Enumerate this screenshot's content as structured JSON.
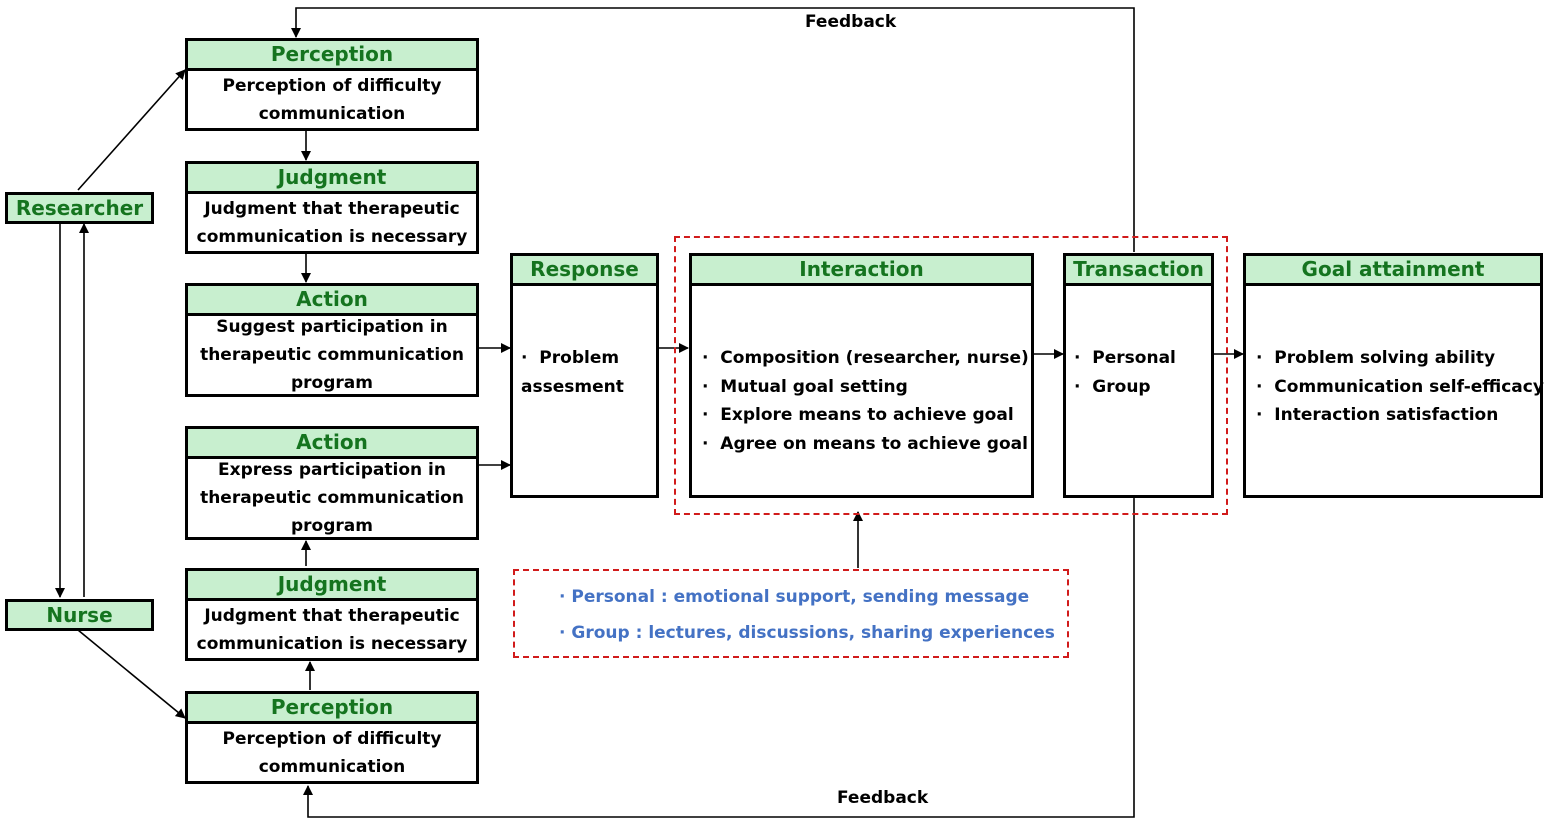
{
  "actors": {
    "researcher": "Researcher",
    "nurse": "Nurse"
  },
  "researcher_side": {
    "perception": {
      "title": "Perception",
      "text": "Perception of difficulty\ncommunication"
    },
    "judgment": {
      "title": "Judgment",
      "text": "Judgment that therapeutic\ncommunication is necessary"
    },
    "action": {
      "title": "Action",
      "text": "Suggest participation in\ntherapeutic communication\nprogram"
    }
  },
  "nurse_side": {
    "action": {
      "title": "Action",
      "text": "Express participation in\ntherapeutic communication\nprogram"
    },
    "judgment": {
      "title": "Judgment",
      "text": "Judgment that therapeutic\ncommunication is necessary"
    },
    "perception": {
      "title": "Perception",
      "text": "Perception of difficulty\ncommunication"
    }
  },
  "response": {
    "title": "Response",
    "items": [
      "Problem\nassesment"
    ]
  },
  "interaction": {
    "title": "Interaction",
    "items": [
      "Composition (researcher, nurse)",
      "Mutual goal setting",
      "Explore means to achieve goal",
      "Agree on means to achieve goal"
    ]
  },
  "transaction": {
    "title": "Transaction",
    "items": [
      "Personal",
      "Group"
    ]
  },
  "goal": {
    "title": "Goal attainment",
    "items": [
      "Problem solving ability",
      "Communication self-efficacy",
      "Interaction satisfaction"
    ]
  },
  "intervention": {
    "items": [
      "Personal : emotional support,  sending message",
      "Group : lectures, discussions, sharing experiences"
    ]
  },
  "feedback": {
    "top": "Feedback",
    "bottom": "Feedback"
  },
  "colors": {
    "header_fill": "#c8efcf",
    "header_text": "#15741f",
    "dashed": "#d11b1b",
    "blue_text": "#4472c4"
  }
}
